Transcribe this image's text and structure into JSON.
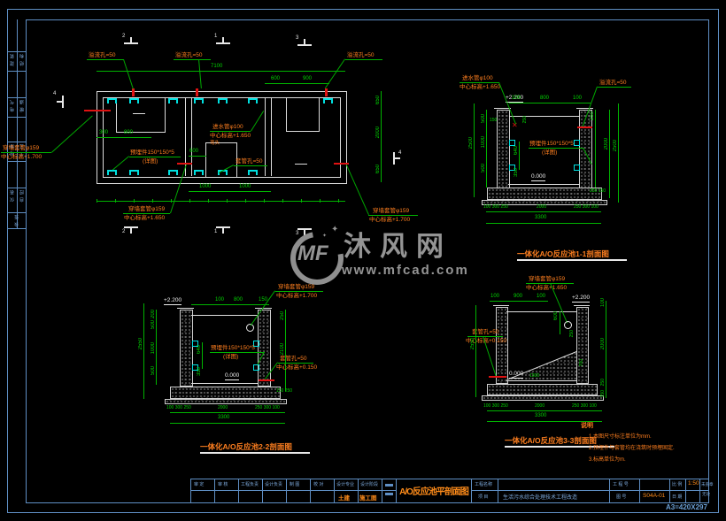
{
  "watermark": {
    "logo": "MF",
    "name": "沐风网",
    "url": "www.mfcad.com",
    "sparkle": "✦"
  },
  "sheet": {
    "paper_label": "A3=420X297"
  },
  "signoff": {
    "pairs": [
      [
        "建 筑",
        "结 构"
      ],
      [
        "电 气",
        "暖 通"
      ],
      [
        "给 排",
        "工 艺"
      ],
      [
        "仪 表",
        "自 控"
      ]
    ],
    "bottom": "会 签"
  },
  "plan": {
    "top_labels": [
      "溢流孔=50",
      "溢流孔=50",
      "溢流孔=50"
    ],
    "dims": {
      "total": "7100",
      "d600": "600",
      "d900": "900",
      "d300": "300",
      "d800": "800",
      "c600": "600",
      "b1000a": "1000",
      "b1000b": "1000",
      "r650t": "650",
      "r2000": "2000",
      "r650b": "650"
    },
    "lbl_left": [
      "穿墙套管φ159",
      "中心标高+1.700"
    ],
    "lbl_inlet": [
      "进水管φ100",
      "中心标高+1.650",
      "弯头"
    ],
    "lbl_embed": [
      "预埋件150*150*5",
      "(详图)"
    ],
    "lbl_mid": "套管孔=50",
    "lbl_bottom": [
      "穿墙套管φ159",
      "中心标高+1.650"
    ],
    "lbl_br": [
      "穿墙套管φ159",
      "中心标高+1.700"
    ],
    "marks": {
      "m1": "1",
      "m2": "2",
      "m3": "3",
      "m4": "4"
    }
  },
  "sec1": {
    "caption": "一体化A/O反应池1-1剖面图",
    "elev_top": "+2.200",
    "elev_bot": "0.000",
    "top_dims": [
      "100",
      "800",
      "100"
    ],
    "left_dims": [
      "500",
      "1000",
      "500"
    ],
    "left_total": "2500",
    "left_small": "150",
    "pipe_depth": "250",
    "right_dims": [
      "250",
      "2000"
    ],
    "right_small": "250 150",
    "right_total": "2500",
    "embed_dims": [
      "640",
      "350"
    ],
    "lbl_inlet": [
      "进水管φ100",
      "中心标高+1.650"
    ],
    "lbl_hole": "溢流孔=50",
    "lbl_embed": [
      "预埋件150*150*5",
      "(详图)"
    ],
    "bot": [
      "100 300 250",
      "2000",
      "250 300 100"
    ],
    "bot_total": "3300"
  },
  "sec2": {
    "caption": "一体化A/O反应池2-2剖面图",
    "elev_top": "+2.200",
    "elev_bot": "0.000",
    "top_dims": [
      "100",
      "800",
      "150"
    ],
    "left_dims": [
      "200",
      "500",
      "1000",
      "500"
    ],
    "left_total": "2550",
    "right_dims": [
      "250",
      "2100"
    ],
    "right_small": "150 250",
    "embed_dims": [
      "640",
      "350"
    ],
    "lbl_pipe": [
      "穿墙套管φ159",
      "中心标高+1.700"
    ],
    "lbl_embed": [
      "预埋件150*150*5",
      "(详图)"
    ],
    "lbl_hole": [
      "套管孔=50",
      "中心标高+0.150"
    ],
    "bot": [
      "100 300 250",
      "2000",
      "250 300 100"
    ],
    "bot_total": "3300"
  },
  "sec3": {
    "caption": "一体化A/O反应池3-3剖面图",
    "elev_top": "+2.200",
    "elev_bot": "0.000",
    "top_dims": [
      "100",
      "900",
      "100"
    ],
    "left_total": "2550",
    "lbl_pipe": [
      "穿墙套管φ159",
      "中心标高+1.650"
    ],
    "lbl_hole": [
      "套管孔=50",
      "中心标高+0.150"
    ],
    "slope_dims": {
      "v600": "600",
      "v250": "250",
      "v700": "700",
      "h1300": "1300"
    },
    "right_dims": [
      "100",
      "2000",
      "250",
      "150"
    ],
    "bot": [
      "100 300 250",
      "2000",
      "250 300 100"
    ],
    "bot_total": "3300"
  },
  "notes": {
    "title": "说明",
    "items": [
      "1.本图尺寸标注单位为mm.",
      "2.预埋件与套管均在浇筑时预埋固定.",
      "3.标高单位为m."
    ]
  },
  "titleblock": {
    "fields": [
      {
        "label": "审 定",
        "value": ""
      },
      {
        "label": "审 核",
        "value": ""
      },
      {
        "label": "工程负责",
        "value": ""
      },
      {
        "label": "设计负责",
        "value": ""
      },
      {
        "label": "制 图",
        "value": ""
      },
      {
        "label": "校 对",
        "value": ""
      },
      {
        "label": "设计专业",
        "value": "土建"
      },
      {
        "label": "设计阶段",
        "value": "施工图"
      }
    ],
    "drawing_title": "A/O反应池平剖面图",
    "project_label": "工程名称",
    "item_label": "项 目",
    "project_name": "生活污水综合处理技术工程改造",
    "no_label": "工 程 号",
    "fig_label": "图  号",
    "fig_no": "S04A-01",
    "scale_label": "比 例",
    "scale": "1:50",
    "date_label": "日 期",
    "stamp_line1": "未盖章",
    "stamp_line2": "无效"
  }
}
